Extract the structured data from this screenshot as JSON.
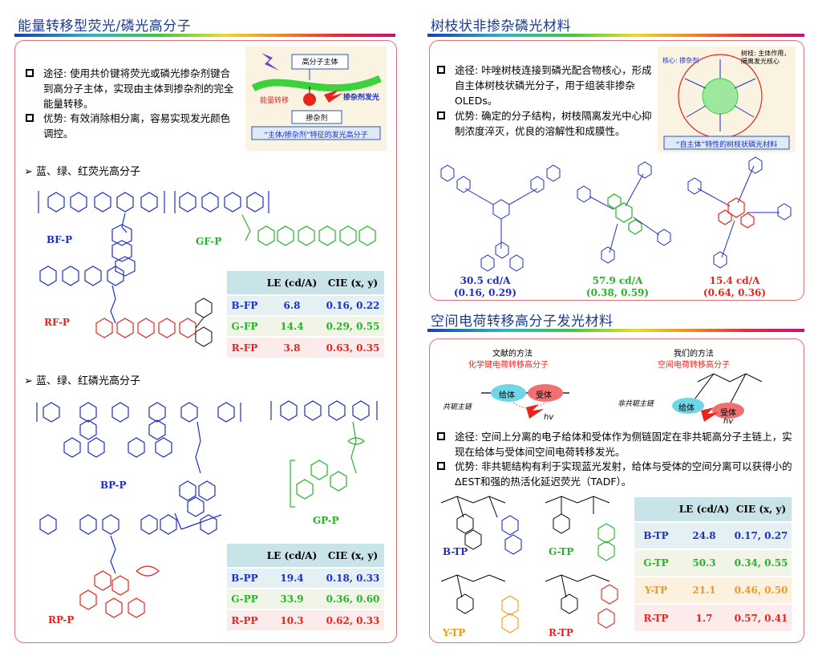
{
  "sections": {
    "s1": {
      "title": "能量转移型荧光/磷光高分子",
      "bullet1": "途径: 使用共价键将荧光或磷光掺杂剂键合到高分子主体，实现由主体到掺杂剂的完全能量转移。",
      "bullet2": "优势: 有效消除相分离，容易实现发光颜色调控。",
      "schematic": {
        "host": "高分子主体",
        "transfer": "能量转移",
        "emit": "掺杂剂发光",
        "dopant": "掺杂剂",
        "caption": "“主体/掺杂剂”特征的发光高分子"
      },
      "sub1": "➢ 蓝、绿、红荧光高分子",
      "sub2": "➢ 蓝、绿、红磷光高分子",
      "fluor_labels": {
        "bf": "BF-P",
        "gf": "GF-P",
        "rf": "RF-P"
      },
      "phos_labels": {
        "bp": "BP-P",
        "gp": "GP-P",
        "rp": "RP-P"
      },
      "table1": {
        "headers": [
          "",
          "LE (cd/A)",
          "CIE (x, y)"
        ],
        "rows": [
          [
            "B-FP",
            "6.8",
            "0.16, 0.22"
          ],
          [
            "G-FP",
            "14.4",
            "0.29, 0.55"
          ],
          [
            "R-FP",
            "3.8",
            "0.63, 0.35"
          ]
        ]
      },
      "table2": {
        "headers": [
          "",
          "LE (cd/A)",
          "CIE (x, y)"
        ],
        "rows": [
          [
            "B-PP",
            "19.4",
            "0.18, 0.33"
          ],
          [
            "G-PP",
            "33.9",
            "0.36, 0.60"
          ],
          [
            "R-PP",
            "10.3",
            "0.62, 0.33"
          ]
        ]
      }
    },
    "s2": {
      "title": "树枝状非掺杂磷光材料",
      "bullet1": "途径: 咔唑树枝连接到磷光配合物核心，形成自主体树枝状磷光分子，用于组装非掺杂OLEDs。",
      "bullet2": "优势: 确定的分子结构，树枝隔离发光中心抑制浓度淬灭，优良的溶解性和成膜性。",
      "schematic": {
        "core": "核心: 掺杂剂",
        "branch": "树枝: 主体作用，隔离发光核心",
        "caption": "“自主体”特性的树枝状磷光材料"
      },
      "d1": {
        "le": "30.5 cd/A",
        "cie": "(0.16, 0.29)"
      },
      "d2": {
        "le": "57.9 cd/A",
        "cie": "(0.38, 0.59)"
      },
      "d3": {
        "le": "15.4 cd/A",
        "cie": "(0.64, 0.36)"
      }
    },
    "s3": {
      "title": "空间电荷转移高分子发光材料",
      "lit": "文献的方法",
      "lit_sub": "化学键电荷转移高分子",
      "conj": "共轭主链",
      "ours": "我们的方法",
      "ours_sub": "空间电荷转移高分子",
      "nonconj": "非共轭主链",
      "donor": "给体",
      "acceptor": "受体",
      "hv": "hv",
      "bullet1": "途径: 空间上分离的电子给体和受体作为侧链固定在非共轭高分子主链上，实现在给体与受体间空间电荷转移发光。",
      "bullet2": "优势: 非共轭结构有利于实现蓝光发射，给体与受体的空间分离可以获得小的ΔEST和强的热活化延迟荧光（TADF）。",
      "labels": {
        "b": "B-TP",
        "g": "G-TP",
        "y": "Y-TP",
        "r": "R-TP"
      },
      "table": {
        "headers": [
          "",
          "LE (cd/A)",
          "CIE (x, y)"
        ],
        "rows": [
          [
            "B-TP",
            "24.8",
            "0.17, 0.27"
          ],
          [
            "G-TP",
            "50.3",
            "0.34, 0.55"
          ],
          [
            "Y-TP",
            "21.1",
            "0.46, 0.50"
          ],
          [
            "R-TP",
            "1.7",
            "0.57, 0.41"
          ]
        ]
      }
    }
  }
}
